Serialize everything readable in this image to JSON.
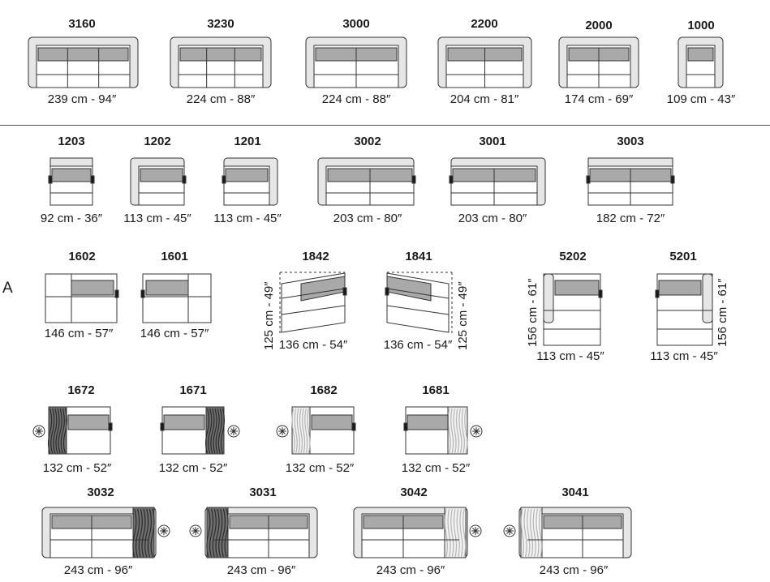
{
  "row_label": "A",
  "colors": {
    "seat": "#ffffff",
    "cushion": "#a9a9a9",
    "arm": "#e6e6e6",
    "stroke": "#333333",
    "clip": "#1a1a1a"
  },
  "items": [
    {
      "code": "3160",
      "dimension": "239 cm - 94″"
    },
    {
      "code": "3230",
      "dimension": "224 cm - 88″"
    },
    {
      "code": "3000",
      "dimension": "224 cm - 88″"
    },
    {
      "code": "2200",
      "dimension": "204 cm - 81″"
    },
    {
      "code": "2000",
      "dimension": "174 cm - 69″"
    },
    {
      "code": "1000",
      "dimension": "109 cm - 43″"
    },
    {
      "code": "1203",
      "dimension": "92 cm - 36″"
    },
    {
      "code": "1202",
      "dimension": "113 cm - 45″"
    },
    {
      "code": "1201",
      "dimension": "113 cm - 45″"
    },
    {
      "code": "3002",
      "dimension": "203 cm - 80″"
    },
    {
      "code": "3001",
      "dimension": "203 cm - 80″"
    },
    {
      "code": "3003",
      "dimension": "182 cm - 72″"
    },
    {
      "code": "1602",
      "dimension": "146 cm - 57″"
    },
    {
      "code": "1601",
      "dimension": "146 cm - 57″"
    },
    {
      "code": "1842",
      "dimension": "136 cm - 54″",
      "depth": "125 cm - 49″"
    },
    {
      "code": "1841",
      "dimension": "136 cm - 54″",
      "depth": "125 cm - 49″"
    },
    {
      "code": "5202",
      "dimension": "113 cm - 45″",
      "depth": "156 cm - 61″"
    },
    {
      "code": "5201",
      "dimension": "113 cm - 45″",
      "depth": "156 cm - 61″"
    },
    {
      "code": "1672",
      "dimension": "132 cm - 52″"
    },
    {
      "code": "1671",
      "dimension": "132 cm - 52″"
    },
    {
      "code": "1682",
      "dimension": "132 cm - 52″"
    },
    {
      "code": "1681",
      "dimension": "132 cm - 52″"
    },
    {
      "code": "3032",
      "dimension": "243 cm - 96″"
    },
    {
      "code": "3031",
      "dimension": "243 cm - 96″"
    },
    {
      "code": "3042",
      "dimension": "243 cm - 96″"
    },
    {
      "code": "3041",
      "dimension": "243 cm - 96″"
    }
  ]
}
